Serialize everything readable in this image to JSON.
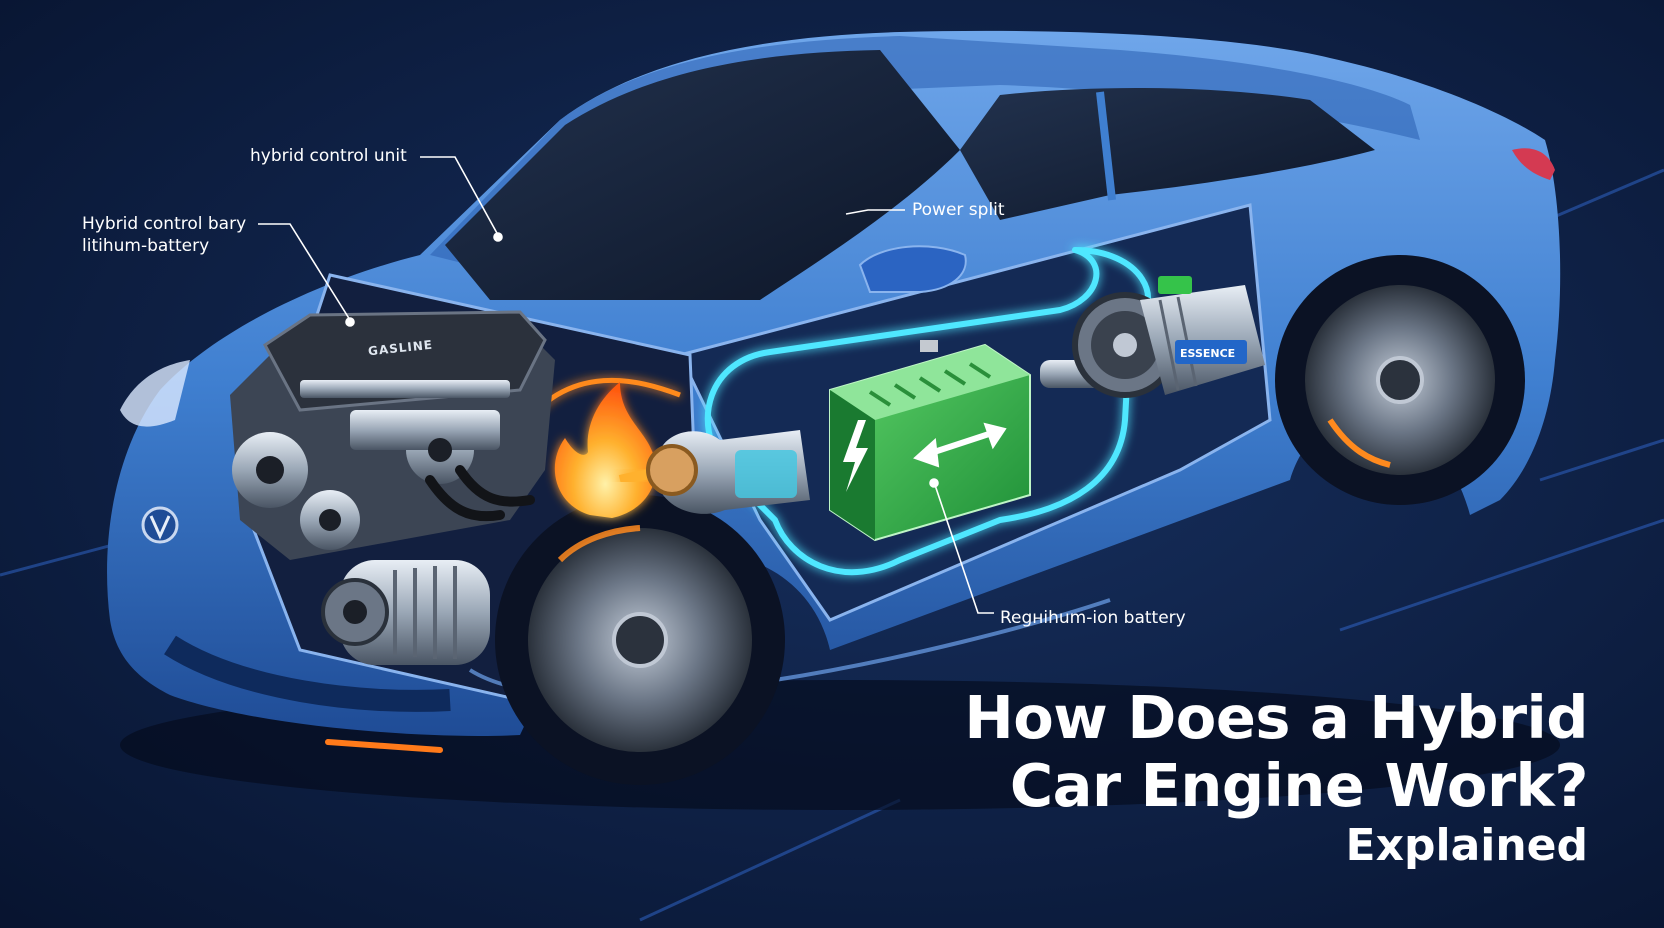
{
  "labels": {
    "hybrid_control_unit": "hybrid control unit",
    "hybrid_control_bary": "Hybrid control bary",
    "lithium_battery": "litihum-battery",
    "power_split": "Power split",
    "battery": "Regнihum-ion battery"
  },
  "badges": {
    "engine_cover": "GASLINE",
    "motor_plate": "ESSENCE"
  },
  "title": {
    "line1": "How Does a Hybrid",
    "line2": "Car Engine Work?",
    "line3": "Explained"
  },
  "colors": {
    "background": "#0a1838",
    "body": "#3f7fd0",
    "circuit_glow": "#4fe7ff",
    "battery": "#2fb14a",
    "flame": "#ff8a1e"
  },
  "icons": [
    "lightning-bolt-icon",
    "bidirectional-arrow-icon",
    "flame-icon",
    "car-logo-icon"
  ]
}
